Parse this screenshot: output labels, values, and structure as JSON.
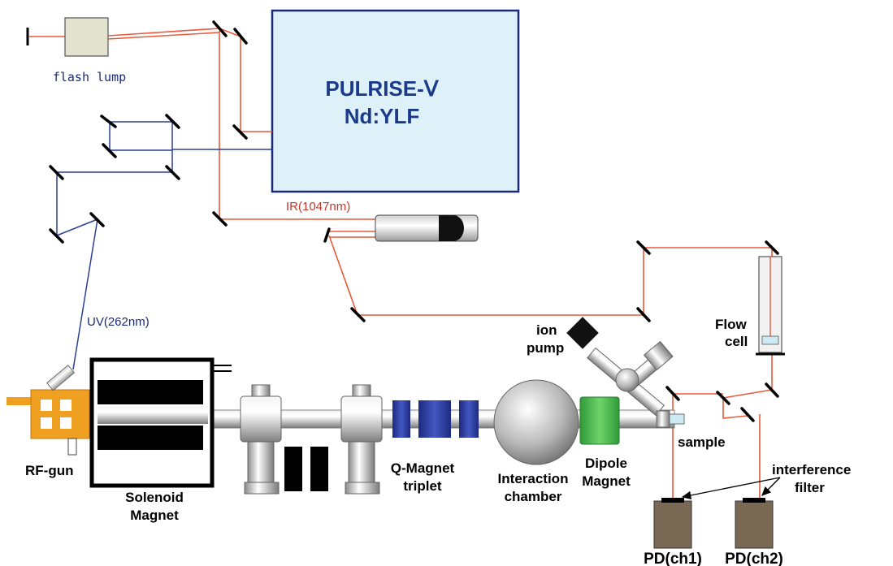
{
  "laser": {
    "line1": "PULRISE-Ⅴ",
    "line2": "Nd:YLF"
  },
  "labels": {
    "flash_lamp": "flash lump",
    "ir_beam": "IR(1047nm)",
    "uv_beam": "UV(262nm)",
    "rf_gun": "RF-gun",
    "solenoid_1": "Solenoid",
    "solenoid_2": "Magnet",
    "qmag_1": "Q-Magnet",
    "qmag_2": "triplet",
    "chamber_1": "Interaction",
    "chamber_2": "chamber",
    "dipole_1": "Dipole",
    "dipole_2": "Magnet",
    "ion_pump_1": "ion",
    "ion_pump_2": "pump",
    "flow_cell_1": "Flow",
    "flow_cell_2": "cell",
    "sample": "sample",
    "filter_1": "interference",
    "filter_2": "filter",
    "pd1": "PD(ch1)",
    "pd2": "PD(ch2)"
  },
  "colors": {
    "laser_box_fill": "#dff1f8",
    "laser_text": "#1a3a8a",
    "ir_beam": "#e85a3a",
    "uv_beam": "#2a3f95",
    "rf_gun": "#f0a020",
    "q_magnet": "#2e3f9e",
    "dipole": "#3db34a",
    "detector": "#7a6a55"
  }
}
